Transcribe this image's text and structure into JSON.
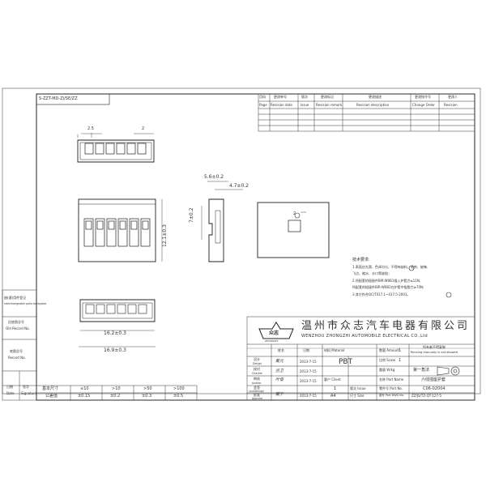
{
  "header": {
    "doc_code": "S-ZZT-MD-ZI/SE/ZZ",
    "revision_cols": [
      {
        "cn": "页码",
        "en": "Page"
      },
      {
        "cn": "更改单号",
        "en": "Revision date"
      },
      {
        "cn": "版次",
        "en": "Issue"
      },
      {
        "cn": "更改标记",
        "en": "Revision remark"
      },
      {
        "cn": "更改描述",
        "en": "Revision description"
      },
      {
        "cn": "更改指令号",
        "en": "Change Order"
      },
      {
        "cn": "更改人",
        "en": "Revision"
      }
    ]
  },
  "dimensions": {
    "pitch": "2.5",
    "gap": "2",
    "width_56": "5.6±0.2",
    "width_47": "4.7±0.2",
    "height_7": "7±0.2",
    "height_121": "12.1±0.3",
    "latch_2": "2",
    "length_162": "16.2±0.3",
    "length_169": "16.9±0.3"
  },
  "tech_req": {
    "title": "技术要求:",
    "items": [
      "1.表面应光滑、色泽均匀，不得有缺料、毛刺、披锋、",
      "飞边、缩水、水口等缺陷；",
      "2.所配套的插接件BIR-W0B1插入护套力≤11N,",
      "所配套的插接件BIR-W0B1在护套中拔脱力≥70N;",
      "3.其它符合QC/T417.1~417.5-2001。"
    ]
  },
  "left_stamps": [
    {
      "cn": "借(通)用件登记",
      "en": "interchangeable parts to register"
    },
    {
      "cn": "旧底图总号",
      "en": "Old Record No."
    },
    {
      "cn": "底图总号",
      "en": "Record No."
    },
    {
      "cn": "日期",
      "en": "Date"
    },
    {
      "cn": "签字",
      "en": "Signature"
    }
  ],
  "tolerance_table": {
    "row1_label": "基本尺寸",
    "row2_label": "公差值",
    "sizes": [
      "≤10",
      ">10",
      ">50",
      ">100"
    ],
    "tolerances": [
      "±0.15",
      "±0.2",
      "±0.3",
      "±0.5"
    ]
  },
  "title_block": {
    "company_cn": "温州市众志汽车电器有限公司",
    "company_en": "WENZHOU ZHONGZHI AUTOMOBILE ELECTRICAL CO.,Ltd",
    "logo_text": "众志",
    "logo_sub": "ZHONGZHI",
    "col_name": "姓名",
    "col_date": "日期",
    "material_label": "材料 Material",
    "material_value": "PBT",
    "amount_label": "数量 Amount",
    "amount_value": "1",
    "note_cn": "所有者不得复制",
    "note_en": "Reusing manually is not allowed",
    "roles": [
      {
        "cn": "设计",
        "en": "Design",
        "sign": "戴元",
        "date": "2013-7-15"
      },
      {
        "cn": "校对",
        "en": "Checker",
        "sign": "吕卫",
        "date": "2013-7-15"
      },
      {
        "cn": "审核",
        "en": "Auditor",
        "sign": "叶俊",
        "date": "2013-7-15"
      },
      {
        "cn": "会签",
        "en": "countersign",
        "sign": "",
        "date": ""
      },
      {
        "cn": "批准",
        "en": "Approve",
        "sign": "戴宁",
        "date": "2013-7-15"
      }
    ],
    "scale_label": "比例 Scale",
    "scale_value": "1",
    "sheet_label": "第一角法",
    "weight_label": "重量 W/kg",
    "client_label": "客户 Client",
    "issue_label": "版次 Issue",
    "issue_value": "1",
    "size_label": "尺寸 Size",
    "size_value": "A4",
    "part_name_label": "名称 Part Name",
    "part_name_value": "六线插座护套",
    "part_no_label": "零件号 Part No.",
    "part_no_value": "C06-02004",
    "dwg_no_label": "图号 Part DWG No.",
    "dwg_no_value": "ZZ/JS/TZ-QT-127-5"
  }
}
